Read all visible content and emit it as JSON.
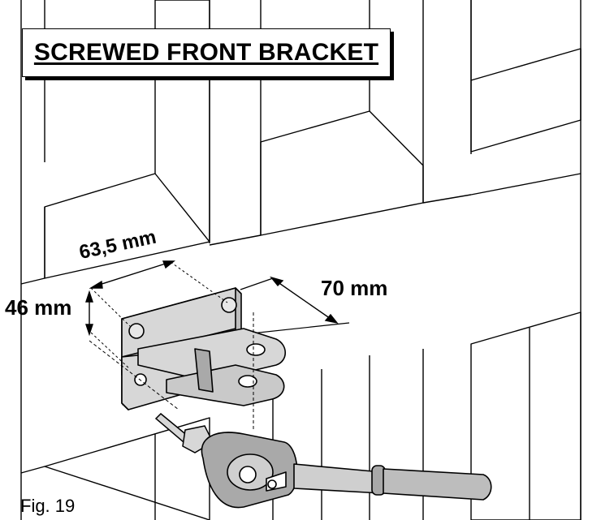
{
  "title": "SCREWED FRONT BRACKET",
  "dimensions": {
    "width_label": "63,5 mm",
    "depth_label": "70 mm",
    "height_label": "46 mm"
  },
  "figure_label": "Fig. 19"
}
